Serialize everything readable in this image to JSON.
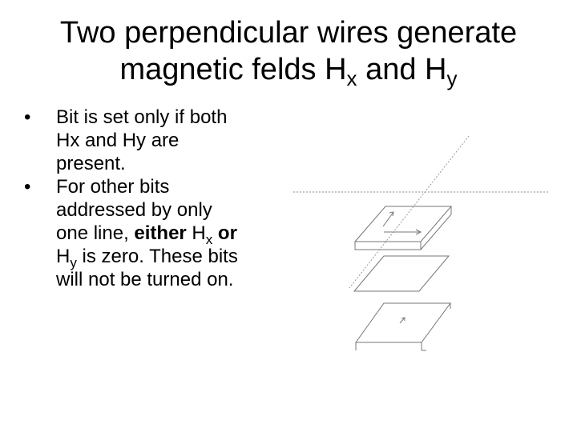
{
  "slide": {
    "title": {
      "line1": "Two perpendicular wires generate",
      "line2_prefix": "magnetic felds H",
      "line2_sub1": "x",
      "line2_mid": " and H",
      "line2_sub2": "y"
    },
    "bullet_char": "•",
    "bullets": [
      {
        "lines": [
          "Bit is set only if both",
          "Hx and Hy are",
          "present."
        ]
      },
      {
        "lines": [
          "For other bits",
          "addressed by only"
        ],
        "line3_prefix": "one line, ",
        "line3_bold1": "either",
        "line3_mid": " H",
        "line3_sub1": "x",
        "line3_bold2": " or",
        "line4_prefix": "H",
        "line4_sub": "y",
        "line4_suffix": " is zero. These bits",
        "line5": "will not be turned on."
      }
    ]
  }
}
